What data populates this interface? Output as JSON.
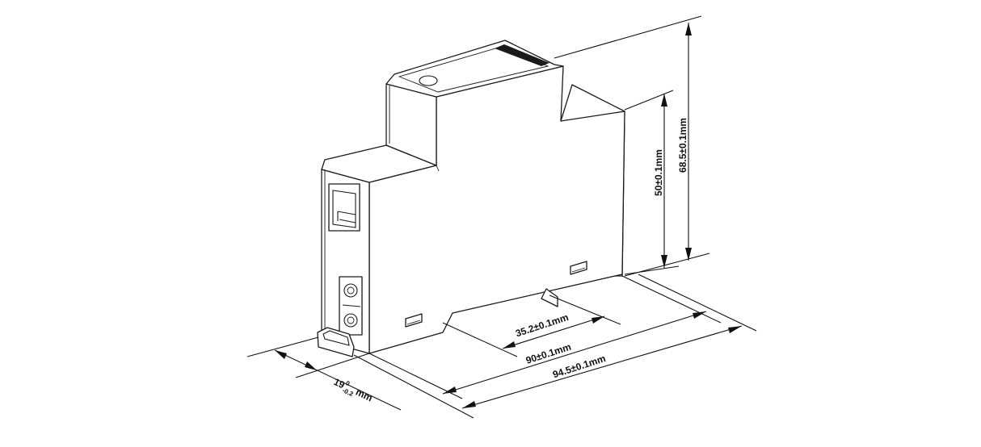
{
  "dimensions": {
    "height_total": "68.5±0.1mm",
    "height_body": "50±0.1mm",
    "rail_width": "35.2±0.1mm",
    "depth_inner": "90±0.1mm",
    "depth_total": "94.5±0.1mm",
    "width_base": "19",
    "width_sup": "0",
    "width_sub": "-0.2",
    "width_unit": "mm"
  },
  "colors": {
    "line": "#1a1a1a",
    "background": "#ffffff"
  }
}
